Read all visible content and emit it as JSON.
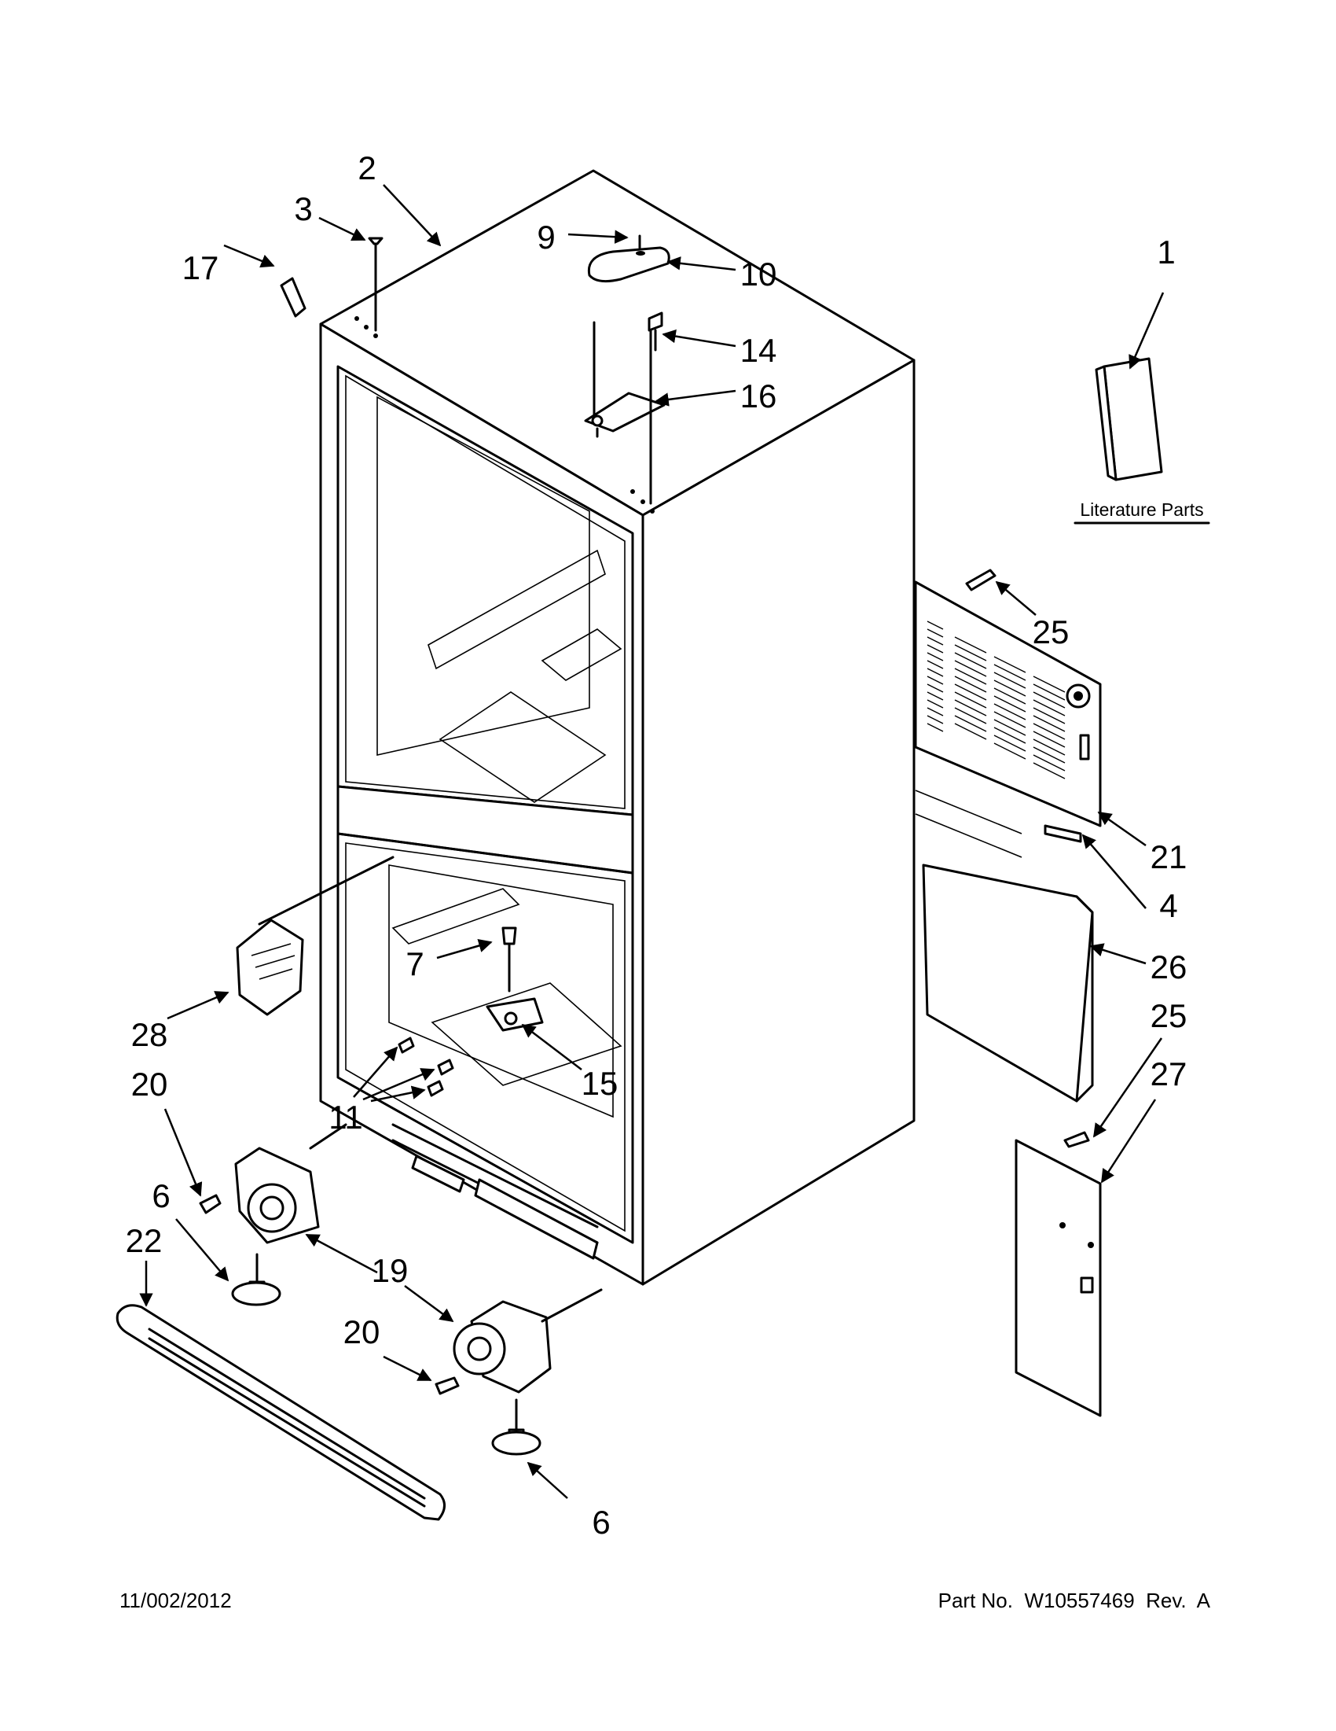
{
  "callouts": {
    "c1": "1",
    "c2": "2",
    "c3": "3",
    "c4": "4",
    "c6a": "6",
    "c6b": "6",
    "c7": "7",
    "c9": "9",
    "c10": "10",
    "c11": "11",
    "c14": "14",
    "c15": "15",
    "c16": "16",
    "c17": "17",
    "c19": "19",
    "c20a": "20",
    "c20b": "20",
    "c21": "21",
    "c22": "22",
    "c25a": "25",
    "c25b": "25",
    "c26": "26",
    "c27": "27",
    "c28": "28"
  },
  "literature_label": "Literature Parts",
  "footer": {
    "date": "11/002/2012",
    "part_number": "Part No.  W10557469  Rev.  A"
  }
}
